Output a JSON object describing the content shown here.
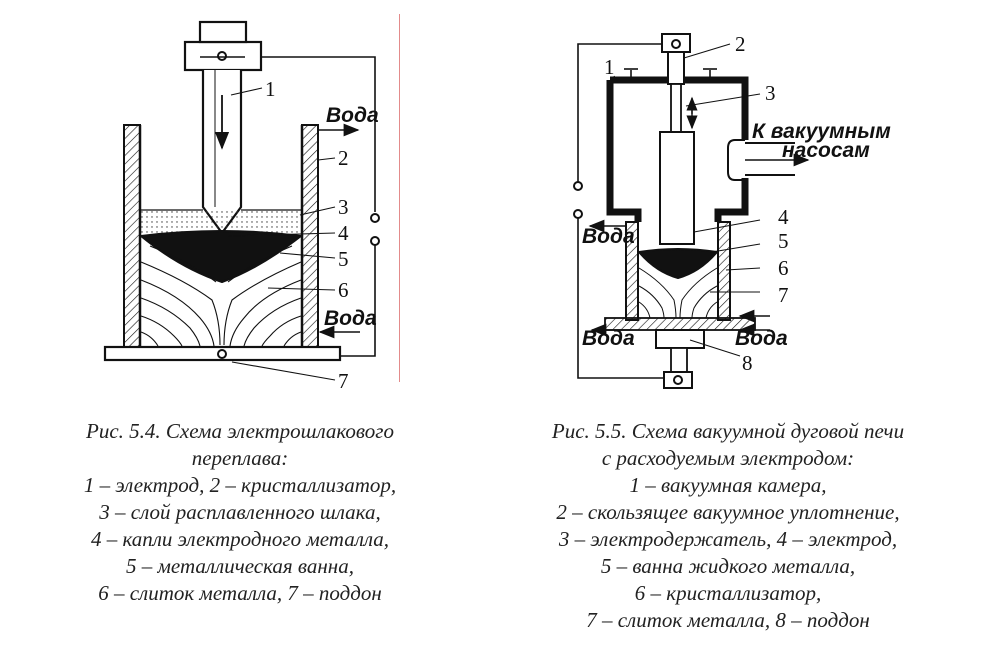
{
  "figure_left": {
    "labels": [
      "1",
      "2",
      "3",
      "4",
      "5",
      "6",
      "7"
    ],
    "water_in": "Вода",
    "water_out": "Вода",
    "caption": [
      "Рис. 5.4. Схема электрошлакового",
      "переплава:",
      "1 – электрод, 2 – кристаллизатор,",
      "3 – слой расплавленного шлака,",
      "4 – капли электродного металла,",
      "5 – металлическая ванна,",
      "6 – слиток металла, 7 – поддон"
    ]
  },
  "figure_right": {
    "labels": [
      "1",
      "2",
      "3",
      "4",
      "5",
      "6",
      "7",
      "8"
    ],
    "vacuum_line1": "К вакуумным",
    "vacuum_line2": "насосам",
    "water_left_top": "Вода",
    "water_left_bottom": "Вода",
    "water_right_bottom": "Вода",
    "caption": [
      "Рис. 5.5. Схема вакуумной дуговой печи",
      "с расходуемым электродом:",
      "1 – вакуумная камера,",
      "2 – скользящее вакуумное уплотнение,",
      "3 – электродержатель, 4 – электрод,",
      "5 – ванна жидкого металла,",
      "6 – кристаллизатор,",
      "7 – слиток металла, 8 – поддон"
    ]
  },
  "colors": {
    "ink": "#111111",
    "divider": "#e38b8b"
  }
}
